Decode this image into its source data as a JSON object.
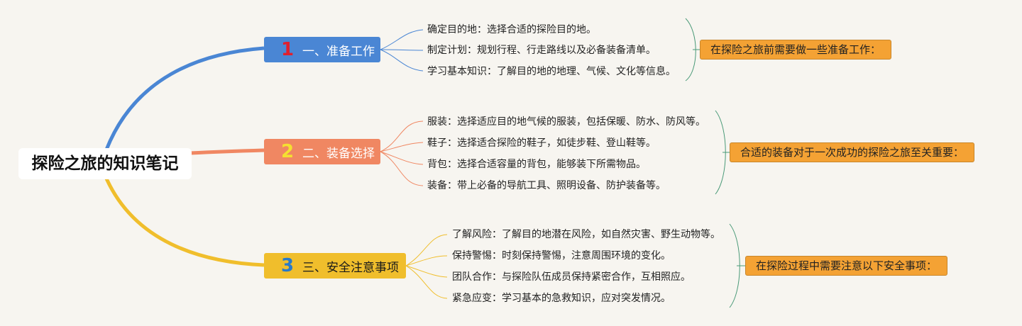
{
  "root": {
    "title": "探险之旅的知识笔记"
  },
  "branches": [
    {
      "num": "1",
      "label": "一、准备工作",
      "color": "#4a86d4",
      "items": [
        "确定目的地：选择合适的探险目的地。",
        "制定计划：规划行程、行走路线以及必备装备清单。",
        "学习基本知识：了解目的地的地理、气候、文化等信息。"
      ],
      "summary": "在探险之旅前需要做一些准备工作："
    },
    {
      "num": "2",
      "label": "二、装备选择",
      "color": "#f08762",
      "items": [
        "服装：选择适应目的地气候的服装，包括保暖、防水、防风等。",
        "鞋子：选择适合探险的鞋子，如徒步鞋、登山鞋等。",
        "背包：选择合适容量的背包，能够装下所需物品。",
        "装备：带上必备的导航工具、照明设备、防护装备等。"
      ],
      "summary": "合适的装备对于一次成功的探险之旅至关重要："
    },
    {
      "num": "3",
      "label": "三、安全注意事项",
      "color": "#f0be2c",
      "items": [
        "了解风险：了解目的地潜在风险，如自然灾害、野生动物等。",
        "保持警惕：时刻保持警惕，注意周围环境的变化。",
        "团队合作：与探险队伍成员保持紧密合作，互相照应。",
        "紧急应变：学习基本的急救知识，应对突发情况。"
      ],
      "summary": "在探险过程中需要注意以下安全事项："
    }
  ]
}
